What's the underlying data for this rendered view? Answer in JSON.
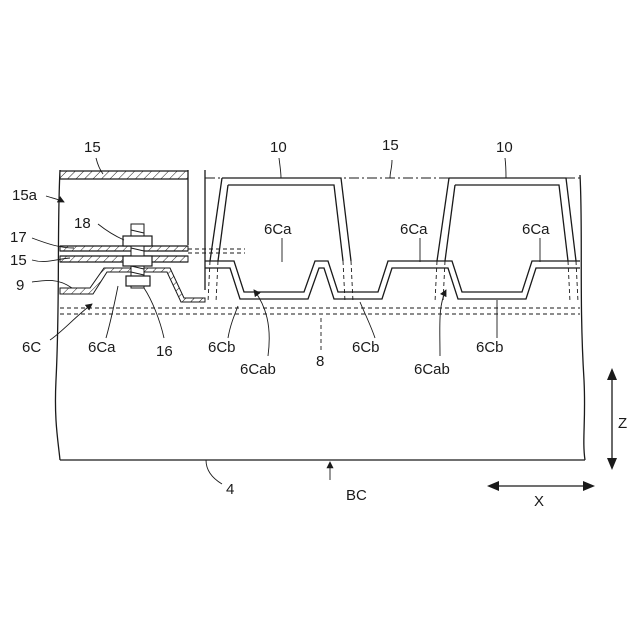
{
  "labels": {
    "l15_top_left": "15",
    "l10_a": "10",
    "l15_top_mid": "15",
    "l10_b": "10",
    "l15a": "15a",
    "l18": "18",
    "l17": "17",
    "l15_left": "15",
    "l9": "9",
    "l6C": "6C",
    "l6Ca_bolt": "6Ca",
    "l16": "16",
    "l6Ca_1": "6Ca",
    "l6Ca_2": "6Ca",
    "l6Ca_3": "6Ca",
    "l6Cb_1": "6Cb",
    "l6Cb_2": "6Cb",
    "l6Cb_3": "6Cb",
    "l6Cab_1": "6Cab",
    "l6Cab_2": "6Cab",
    "l8": "8",
    "l4": "4",
    "lBC": "BC",
    "lZ": "Z",
    "lX": "X"
  }
}
